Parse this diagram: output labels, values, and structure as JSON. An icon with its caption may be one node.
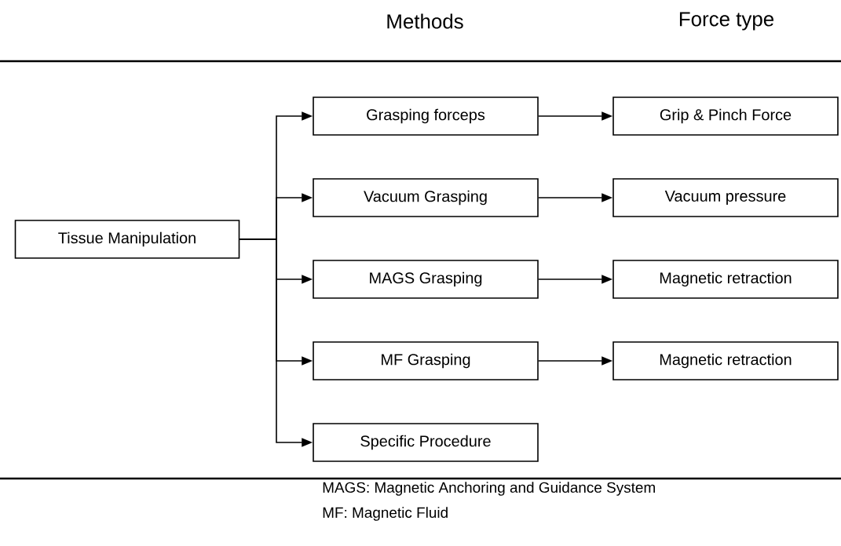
{
  "diagram": {
    "nodes": [
      {
        "text": [
          "Tissue Manipulation"
        ]
      },
      {
        "text": [
          "Grasping forceps"
        ]
      },
      {
        "text": [
          "Grip & Pinch Force"
        ]
      },
      {
        "text": [
          "Vacuum Grasping"
        ]
      },
      {
        "text": [
          "Vacuum pressure"
        ]
      },
      {
        "text": [
          "MAGS Grasping"
        ]
      },
      {
        "text": [
          "Magnetic retraction"
        ]
      },
      {
        "text": [
          "MF Grasping"
        ]
      },
      {
        "text": [
          "Magnetic retraction"
        ]
      },
      {
        "text": [
          "Specific Procedure"
        ]
      }
    ],
    "edges": [
      {
        "from": 0,
        "to": 1,
        "arrow": "to"
      },
      {
        "from": 0,
        "to": 3,
        "arrow": "to"
      },
      {
        "from": 0,
        "to": 5,
        "arrow": "to"
      },
      {
        "from": 0,
        "to": 7,
        "arrow": "to"
      },
      {
        "from": 0,
        "to": 9,
        "arrow": "to"
      },
      {
        "from": 1,
        "to": 2,
        "arrow": "to"
      },
      {
        "from": 3,
        "to": 4,
        "arrow": "to"
      },
      {
        "from": 5,
        "to": 6,
        "arrow": "to"
      },
      {
        "from": 7,
        "to": 8,
        "arrow": "to"
      }
    ],
    "labels": [
      "Methods",
      "Force type",
      "MAGS: Magnetic Anchoring  and Guidance System",
      "MF: Magnetic Fluid"
    ]
  }
}
